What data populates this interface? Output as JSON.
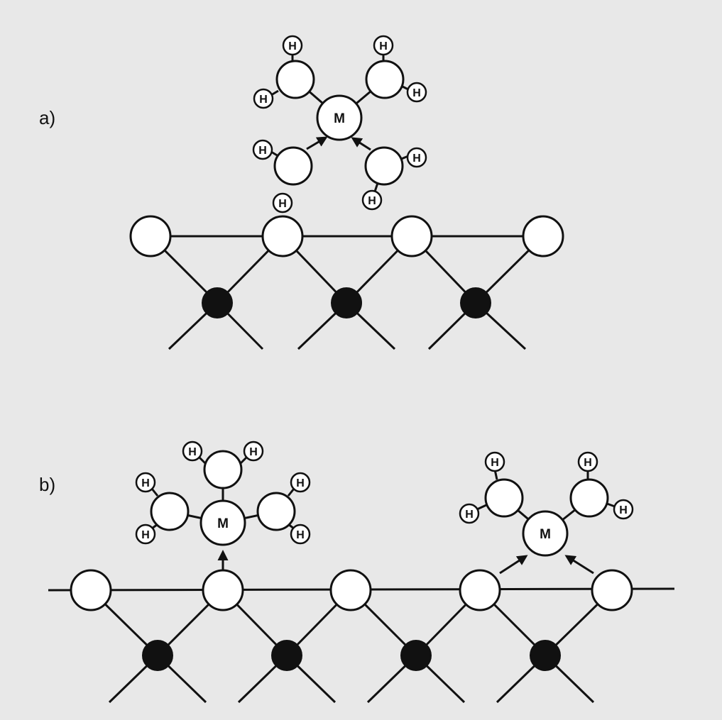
{
  "panels": [
    {
      "label": "a)"
    },
    {
      "label": "b)"
    }
  ],
  "atoms": {
    "metal_symbol": "M",
    "hydrogen_symbol": "H"
  },
  "colors": {
    "background": "#e8e8e8",
    "open_atom_fill": "#ffffff",
    "dark_atom_fill": "#111111",
    "line": "#111111"
  }
}
